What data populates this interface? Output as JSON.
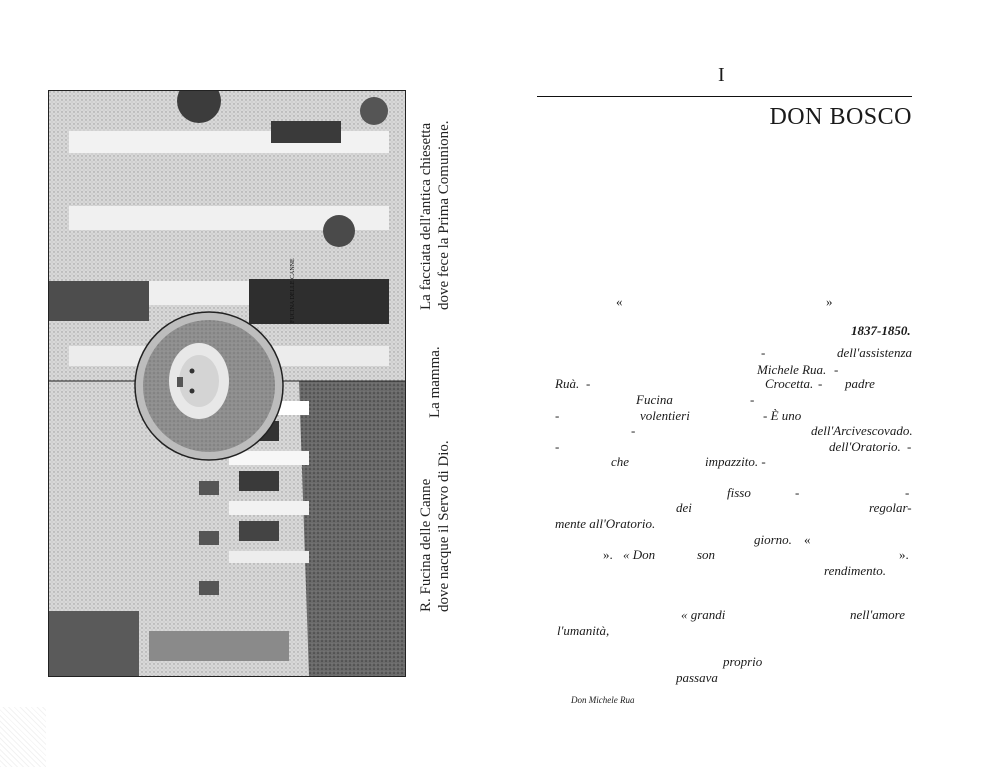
{
  "plate": {
    "sign_text": "FUCINA DELLE CANNE",
    "caption_left_1": "R. Fucina delle Canne",
    "caption_left_2": "dove nacque il Servo di Dio.",
    "caption_mid": "La mamma.",
    "caption_right_1": "La facciata dell'antica chiesetta",
    "caption_right_2": "dove fece la Prima Comunione."
  },
  "page": {
    "chapter_number": "I",
    "chapter_title": "DON BOSCO",
    "fragments": {
      "quote_open": "«",
      "quote_close": "»",
      "dates": "1837-1850.",
      "l1_dash": "-",
      "l1_assistenza": "dell'assistenza",
      "l2_rua": "Michele Rua.",
      "l2_dash": "-",
      "l3_rua": "Ruà.",
      "l3_dash": "-",
      "l3_crocetta": "Crocetta.",
      "l3_dash2": "-",
      "l3_padre": "padre",
      "l4_fucina": "Fucina",
      "l4_dash": "-",
      "l5_dash": "-",
      "l5_volentieri": "volentieri",
      "l5_uno": "- È uno",
      "l6_dash": "-",
      "l6_arcivescovado": "dell'Arcivescovado.",
      "l7_dash": "-",
      "l7_oratorio": "dell'Oratorio.",
      "l7_dash2": "-",
      "l8_che": "che",
      "l8_impazzito": "impazzito. -",
      "l9_fisso": "fisso",
      "l9_dash": "-",
      "l9_dash2": "-",
      "l10_dei": "dei",
      "l10_regolar": "regolar-",
      "l11_oratorio": "mente all'Oratorio.",
      "l12_giorno": "giorno.",
      "l12_quote": "«",
      "l13_close": "».",
      "l13_don": "« Don",
      "l13_son": "son",
      "l13_close2": "».",
      "l14_rendimento": "rendimento.",
      "l15_grandi": "« grandi",
      "l15_amore": "nell'amore",
      "l16_umanita": "l'umanità,",
      "l17_proprio": "proprio",
      "l18_passava": "passava",
      "footer": "Don Michele Rua"
    }
  }
}
